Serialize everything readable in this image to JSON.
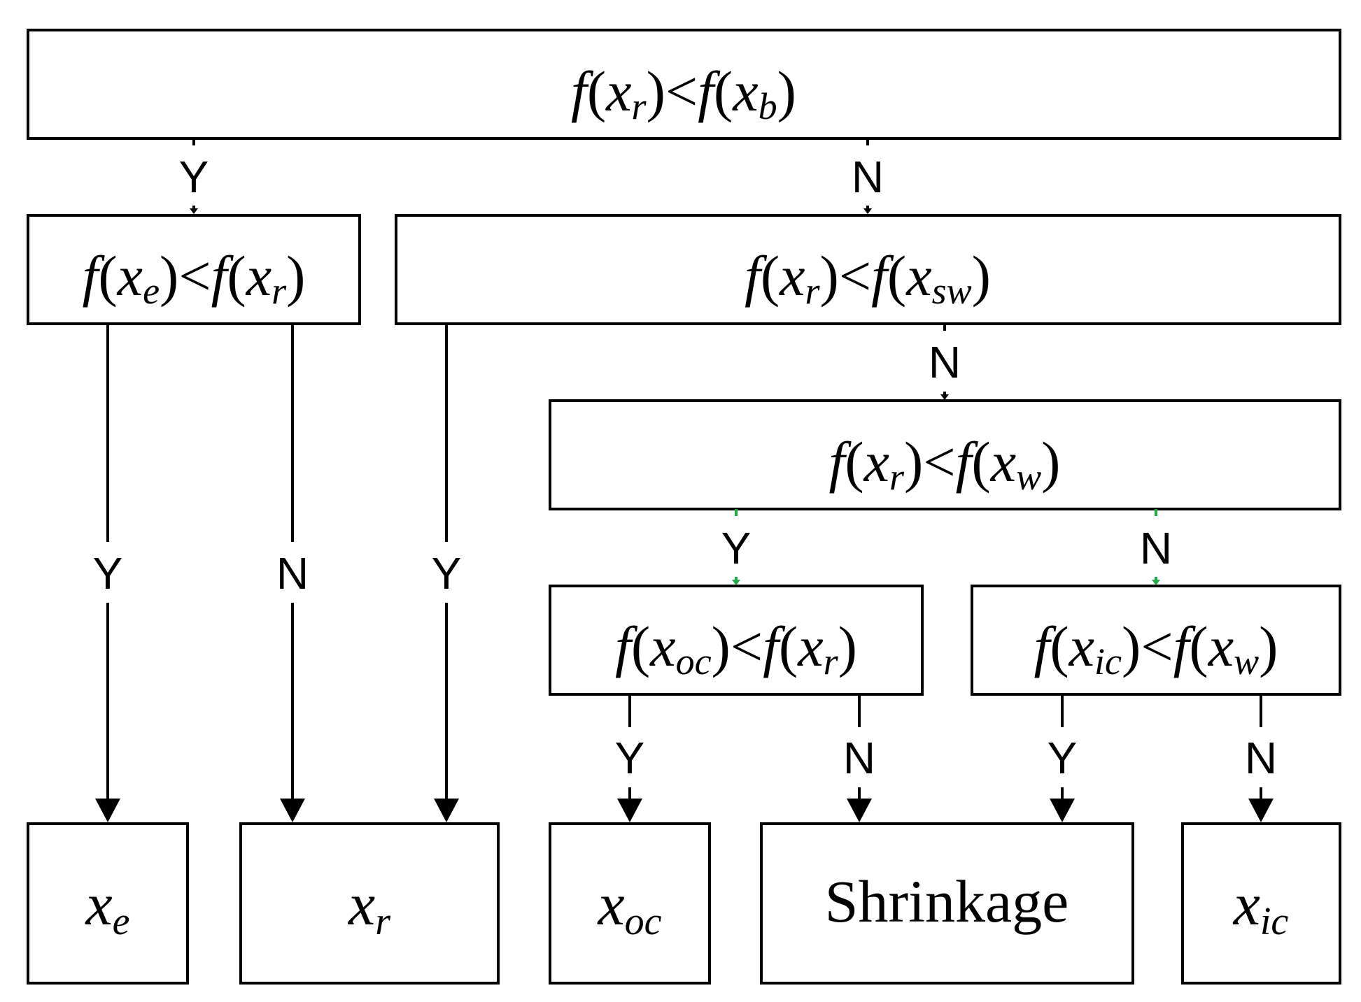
{
  "conditions": {
    "c1": {
      "f": "f",
      "lp": "(",
      "x1": "x",
      "s1": "r",
      "rp": ")",
      "op": "<",
      "f2": "f",
      "lp2": "(",
      "x2": "x",
      "s2": "b",
      "rp2": ")"
    },
    "c2": {
      "f": "f",
      "lp": "(",
      "x1": "x",
      "s1": "e",
      "rp": ")",
      "op": "<",
      "f2": "f",
      "lp2": "(",
      "x2": "x",
      "s2": "r",
      "rp2": ")"
    },
    "c3": {
      "f": "f",
      "lp": "(",
      "x1": "x",
      "s1": "r",
      "rp": ")",
      "op": "<",
      "f2": "f",
      "lp2": "(",
      "x2": "x",
      "s2": "sw",
      "rp2": ")"
    },
    "c4": {
      "f": "f",
      "lp": "(",
      "x1": "x",
      "s1": "r",
      "rp": ")",
      "op": "<",
      "f2": "f",
      "lp2": "(",
      "x2": "x",
      "s2": "w",
      "rp2": ")"
    },
    "c5": {
      "f": "f",
      "lp": "(",
      "x1": "x",
      "s1": "oc",
      "rp": ")",
      "op": "<",
      "f2": "f",
      "lp2": "(",
      "x2": "x",
      "s2": "r",
      "rp2": ")"
    },
    "c6": {
      "f": "f",
      "lp": "(",
      "x1": "x",
      "s1": "ic",
      "rp": ")",
      "op": "<",
      "f2": "f",
      "lp2": "(",
      "x2": "x",
      "s2": "w",
      "rp2": ")"
    }
  },
  "outcomes": {
    "o1": {
      "x": "x",
      "sub": "e"
    },
    "o2": {
      "x": "x",
      "sub": "r"
    },
    "o3": {
      "x": "x",
      "sub": "oc"
    },
    "o4": {
      "text": "Shrinkage"
    },
    "o5": {
      "x": "x",
      "sub": "ic"
    }
  },
  "edge_labels": {
    "yes": "Y",
    "no": "N"
  },
  "colors": {
    "stroke": "#000000",
    "background": "#ffffff",
    "connector_accent": "#22aa44"
  }
}
